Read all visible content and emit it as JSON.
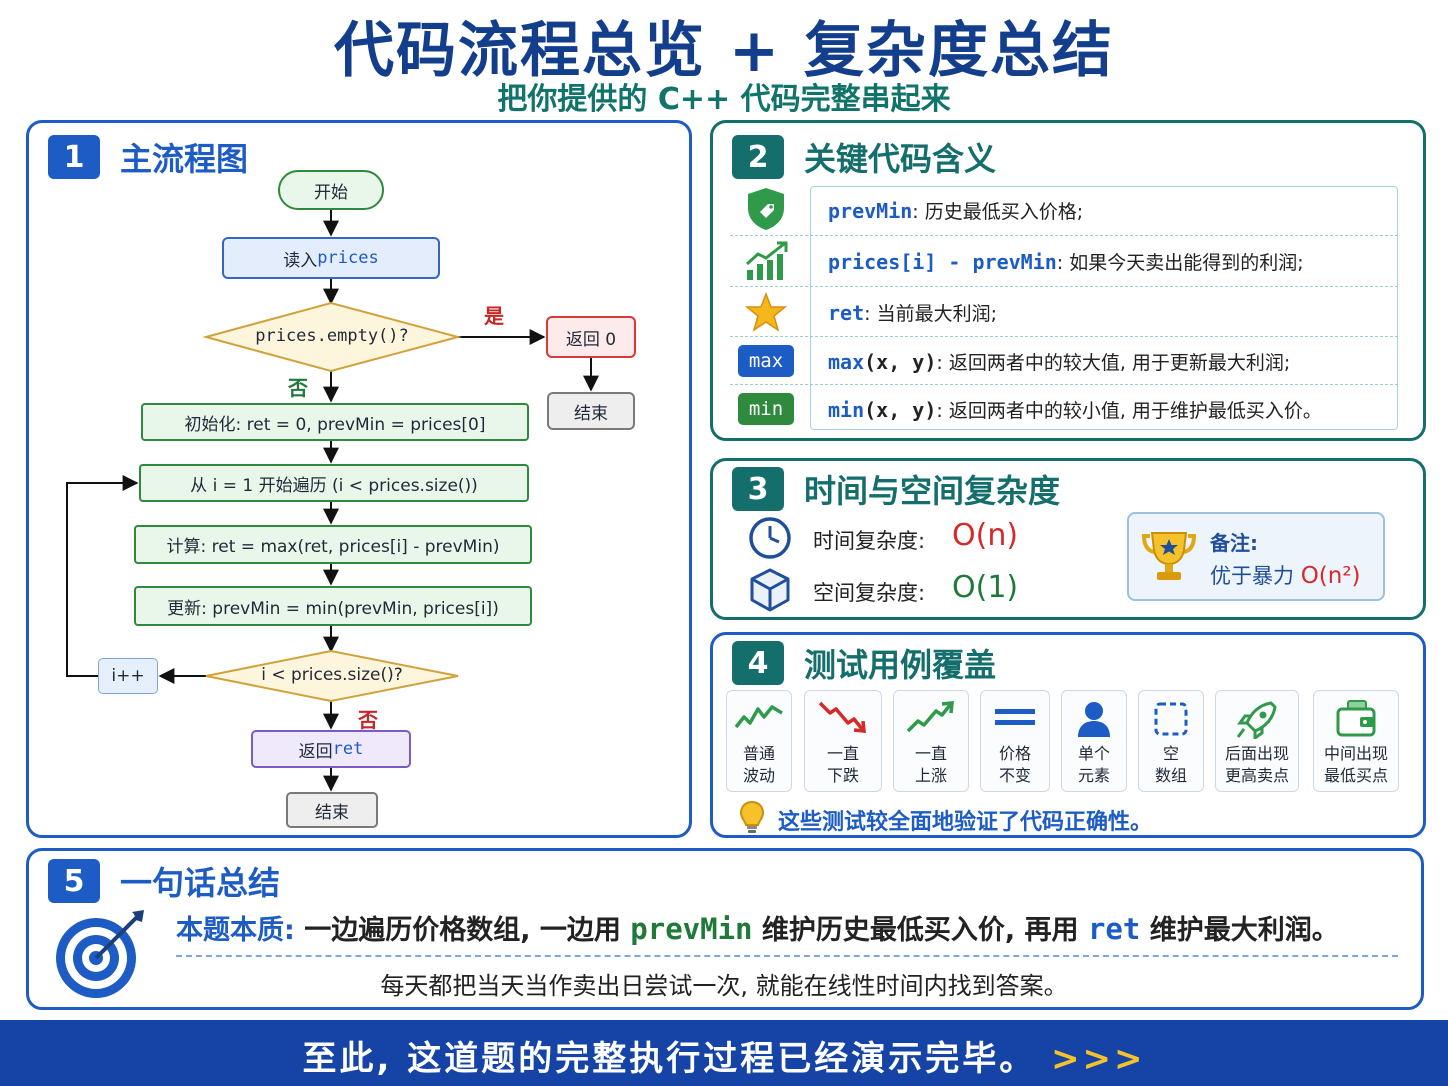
{
  "header": {
    "title": "代码流程总览 + 复杂度总结",
    "subtitle": "把你提供的 C++ 代码完整串起来"
  },
  "section1": {
    "number": "1",
    "title": "主流程图",
    "nodes": {
      "start": "开始",
      "read_prefix": "读入 ",
      "read_code": "prices",
      "check_empty": "prices.empty()?",
      "yes": "是",
      "no": "否",
      "return_zero": "返回 0",
      "end_right": "结束",
      "init": "初始化: ret = 0, prevMin = prices[0]",
      "loop": "从 i = 1 开始遍历 (i < prices.size())",
      "compute": "计算: ret = max(ret, prices[i] - prevMin)",
      "update": "更新: prevMin = min(prevMin, prices[i])",
      "increment": "i++",
      "check_loop": "i < prices.size()?",
      "no2": "否",
      "return_prefix": "返回 ",
      "return_code": "ret",
      "end_bottom": "结束"
    }
  },
  "section2": {
    "number": "2",
    "title": "关键代码含义",
    "rows": [
      {
        "icon": "shield-tag-icon",
        "code": "prevMin",
        "sep": ": ",
        "desc": "历史最低买入价格;"
      },
      {
        "icon": "growth-chart-icon",
        "code": "prices[i] - prevMin",
        "sep": ": ",
        "desc": "如果今天卖出能得到的利润;"
      },
      {
        "icon": "star-icon",
        "code": "ret",
        "sep": ": ",
        "desc": "当前最大利润;"
      },
      {
        "badge": "max",
        "code": "max",
        "args": "(x, y)",
        "sep": ": ",
        "desc": "返回两者中的较大值, 用于更新最大利润;"
      },
      {
        "badge": "min",
        "code": "min",
        "args": "(x, y)",
        "sep": ": ",
        "desc": "返回两者中的较小值, 用于维护最低买入价。"
      }
    ],
    "colors": {
      "code": "#1d5cc4",
      "badge_max": "#1d5cc4",
      "badge_min": "#2f8a3e"
    }
  },
  "section3": {
    "number": "3",
    "title": "时间与空间复杂度",
    "time_label": "时间复杂度:",
    "time_value": "O(n)",
    "space_label": "空间复杂度:",
    "space_value": "O(1)",
    "note_title": "备注:",
    "note_prefix": "优于暴力 ",
    "note_value": "O(n²)",
    "colors": {
      "time": "#d42a2a",
      "space": "#1f7a3a"
    }
  },
  "section4": {
    "number": "4",
    "title": "测试用例覆盖",
    "cases": [
      {
        "icon": "zigzag-chart-icon",
        "label": "普通\n波动"
      },
      {
        "icon": "down-trend-icon",
        "label": "一直\n下跌"
      },
      {
        "icon": "up-trend-icon",
        "label": "一直\n上涨"
      },
      {
        "icon": "equals-icon",
        "label": "价格\n不变"
      },
      {
        "icon": "person-icon",
        "label": "单个\n元素"
      },
      {
        "icon": "empty-box-icon",
        "label": "空\n数组"
      },
      {
        "icon": "rocket-icon",
        "label": "后面出现\n更高卖点"
      },
      {
        "icon": "wallet-icon",
        "label": "中间出现\n最低买点"
      }
    ],
    "footnote": "这些测试较全面地验证了代码正确性。"
  },
  "section5": {
    "number": "5",
    "title": "一句话总结",
    "lead": "本题本质:",
    "part1": " 一边遍历价格数组, 一边用 ",
    "code1": "prevMin",
    "part2": " 维护历史最低买入价, 再用 ",
    "code2": "ret",
    "part3": " 维护最大利润。",
    "line2": "每天都把当天当作卖出日尝试一次, 就能在线性时间内找到答案。"
  },
  "footer": {
    "text": "至此, 这道题的完整执行过程已经演示完毕。",
    "arrows": ">>>"
  }
}
